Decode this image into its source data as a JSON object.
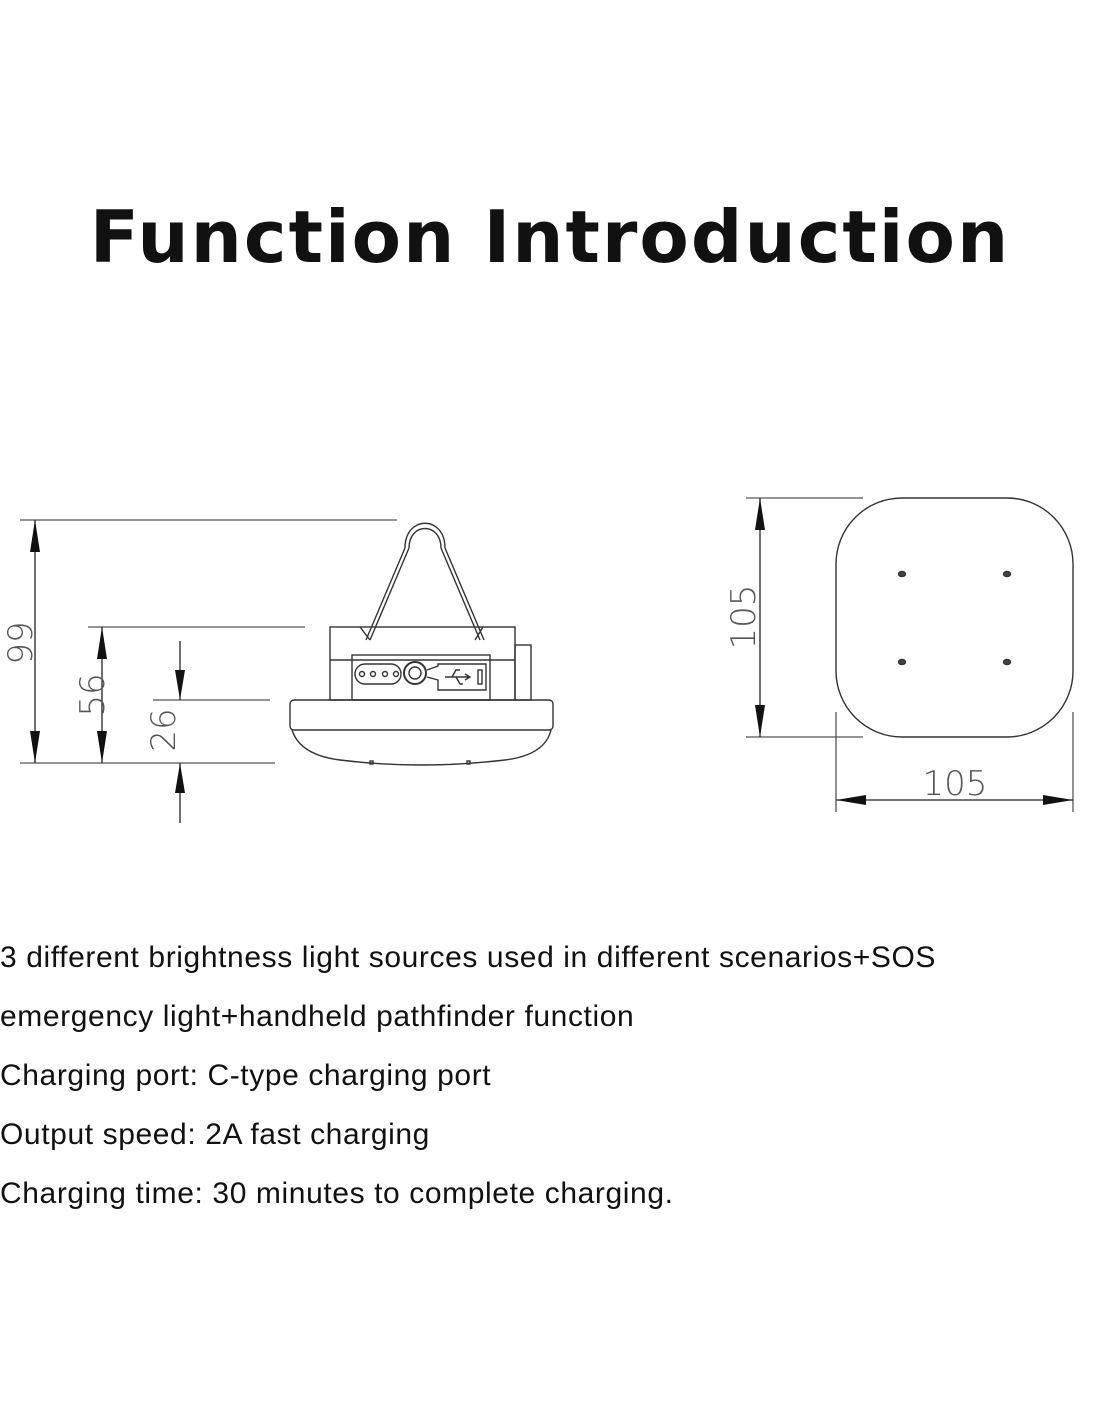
{
  "title": "Function Introduction",
  "drawing": {
    "side_view": {
      "total_height": "99",
      "body_height": "56",
      "base_height": "26"
    },
    "top_view": {
      "height": "105",
      "width": "105"
    }
  },
  "description": [
    "3 different brightness light sources used in different scenarios+SOS",
    "emergency light+handheld pathfinder function",
    "Charging port: C-type charging port",
    "Output speed: 2A fast charging",
    "Charging time: 30 minutes to complete charging."
  ]
}
